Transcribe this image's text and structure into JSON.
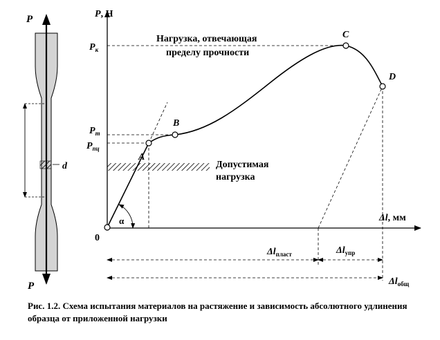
{
  "specimen": {
    "force_top": "P",
    "force_bottom": "P",
    "diameter": "d"
  },
  "axes": {
    "y_label": "P",
    "y_unit": ", Н",
    "x_label": "Δl",
    "x_unit": ", мм",
    "origin": "0"
  },
  "points": {
    "A": "A",
    "B": "B",
    "C": "C",
    "D": "D"
  },
  "levels": {
    "pk": "P",
    "pk_sub": "к",
    "pt": "P",
    "pt_sub": "т",
    "ppts": "P",
    "ppts_sub": "пц"
  },
  "annotations": {
    "ultimate_line1": "Нагрузка, отвечающая",
    "ultimate_line2": "пределу прочности",
    "allowable_line1": "Допустимая",
    "allowable_line2": "нагрузка",
    "angle": "α"
  },
  "dimensions": {
    "plastic_main": "Δl",
    "plastic_sub": "пласт",
    "elastic_main": "Δl",
    "elastic_sub": "упр",
    "total_main": "Δl",
    "total_sub": "общ"
  },
  "caption": {
    "text": "Рис. 1.2. Схема испытания материалов на растяжение и зависимость абсолютного удлинения образца от приложенной нагрузки"
  }
}
